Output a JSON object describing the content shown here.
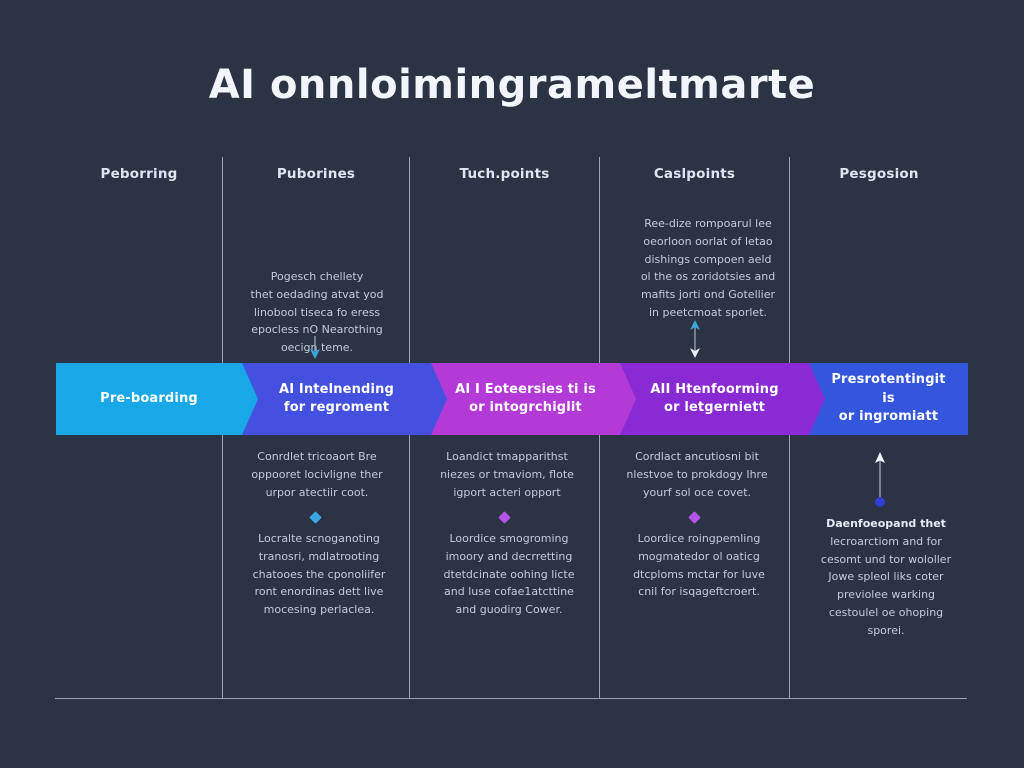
{
  "page": {
    "title": "AI onnloimingrameltmarte",
    "background_color": "#2c3344",
    "divider_color": "#e2e8f4"
  },
  "columns": [
    {
      "header": "Peborring"
    },
    {
      "header": "Puborines"
    },
    {
      "header": "Tuch.points"
    },
    {
      "header": "Caslpoints"
    },
    {
      "header": "Pesgosion"
    }
  ],
  "bands": [
    {
      "label_line1": "Pre-boarding",
      "label_line2": "",
      "color": "#18a8e8"
    },
    {
      "label_line1": "AI Intelnending",
      "label_line2": "for regroment",
      "color": "#4450e0"
    },
    {
      "label_line1": "AI I Eoteersies ti is",
      "label_line2": "or intogrchiglit",
      "color": "#b43ad8"
    },
    {
      "label_line1": "AII Htenfoorming",
      "label_line2": "or letgerniett",
      "color": "#8a2ad4"
    },
    {
      "label_line1": "Presrotentingit is",
      "label_line2": "or ingromiatt",
      "color": "#3456dc"
    }
  ],
  "text_blocks": {
    "col2_top": [
      "Pogesch chellety",
      "thet oedading atvat yod",
      "linobool tiseca fo eress",
      "epocless  nO Nearothing",
      "oecign teme."
    ],
    "col4_top": [
      "Ree-dize rompoarul lee",
      "oeorloon oorlat of Ietao",
      "dishings compoen aeld",
      "ol the os zoridotsies and",
      "mafits jorti ond Gotellier",
      "in peetcmoat sporlet."
    ],
    "col2_mid": [
      "Conrdlet tricoaort Bre",
      "oppooret locivligne ther",
      "urpor atectiir coot."
    ],
    "col2_low": [
      "Locralte scnoganoting",
      "tranosri, mdlatrooting",
      "chatooes the cponoliifer",
      "ront enordinas dett live",
      "mocesing perlaclea."
    ],
    "col3_mid": [
      "Loandict tmapparithst",
      "niezes or tmaviom, flote",
      "igport acteri opport"
    ],
    "col3_low": [
      "Loordice smogroming",
      "imoory and decrretting",
      "dtetdcinate oohing licte",
      "and luse cofae1atcttine",
      "and guodirg Cower."
    ],
    "col4_mid": [
      "Cordlact ancutiosni bit",
      "nlestvoe to prokdogy Ihre",
      "yourf sol oce covet."
    ],
    "col4_low": [
      "Loordice roingpemling",
      "mogmatedor ol oaticg",
      "dtcploms mctar for luve",
      "cnil for isqageftcroert."
    ],
    "col5_low": [
      "Daenfoeopand thet",
      "lecroarctiom and for",
      "cesomt und tor wololler",
      "Jowe spleol liks coter",
      "previolee warking",
      "cestoulel oe ohoping",
      "sporei."
    ]
  },
  "markers": {
    "col2_top_arrow": {
      "type": "arrow-down",
      "color": "#38a8e0"
    },
    "col4_top_arrow": {
      "type": "double-arrow-vertical",
      "color": "#38a8e0"
    },
    "col2_diamond": {
      "type": "diamond",
      "color": "#3aa6e2"
    },
    "col3_diamond": {
      "type": "diamond",
      "color": "#b455e8"
    },
    "col4_diamond": {
      "type": "diamond",
      "color": "#b455e8"
    },
    "col5_arrow": {
      "type": "arrow-up-with-dot",
      "color": "#2f3ed0"
    }
  }
}
